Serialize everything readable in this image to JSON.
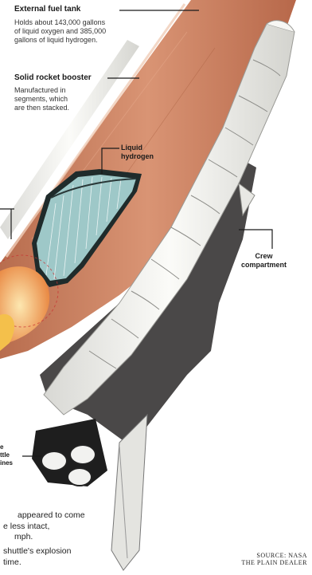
{
  "labels": {
    "external_tank": {
      "title": "External fuel tank",
      "lines": [
        "Holds about 143,000 gallons",
        "of liquid oxygen and 385,000",
        "gallons of liquid hydrogen."
      ]
    },
    "solid_rocket_booster": {
      "title": "Solid rocket booster",
      "lines": [
        "Manufactured in",
        "segments, which",
        "are then stacked."
      ]
    },
    "liquid_hydrogen": {
      "lines": [
        "Liquid",
        "hydrogen"
      ]
    },
    "crew_compartment": {
      "lines": [
        "Crew",
        "compartment"
      ]
    },
    "left_fragment": {
      "lines": [
        "e",
        "ttle",
        "ines"
      ]
    }
  },
  "body_text": [
    "appeared to come",
    "e less intact,",
    "mph.",
    "shuttle's explosion",
    "time."
  ],
  "source": [
    "SOURCE: NASA",
    "THE PLAIN DEALER"
  ],
  "colors": {
    "tank": "#c98060",
    "tank_cutaway": "#9ec8c8",
    "booster": "#f6f6f3",
    "orbiter_shadow": "#4a4848",
    "flame": "#f1a35a"
  }
}
